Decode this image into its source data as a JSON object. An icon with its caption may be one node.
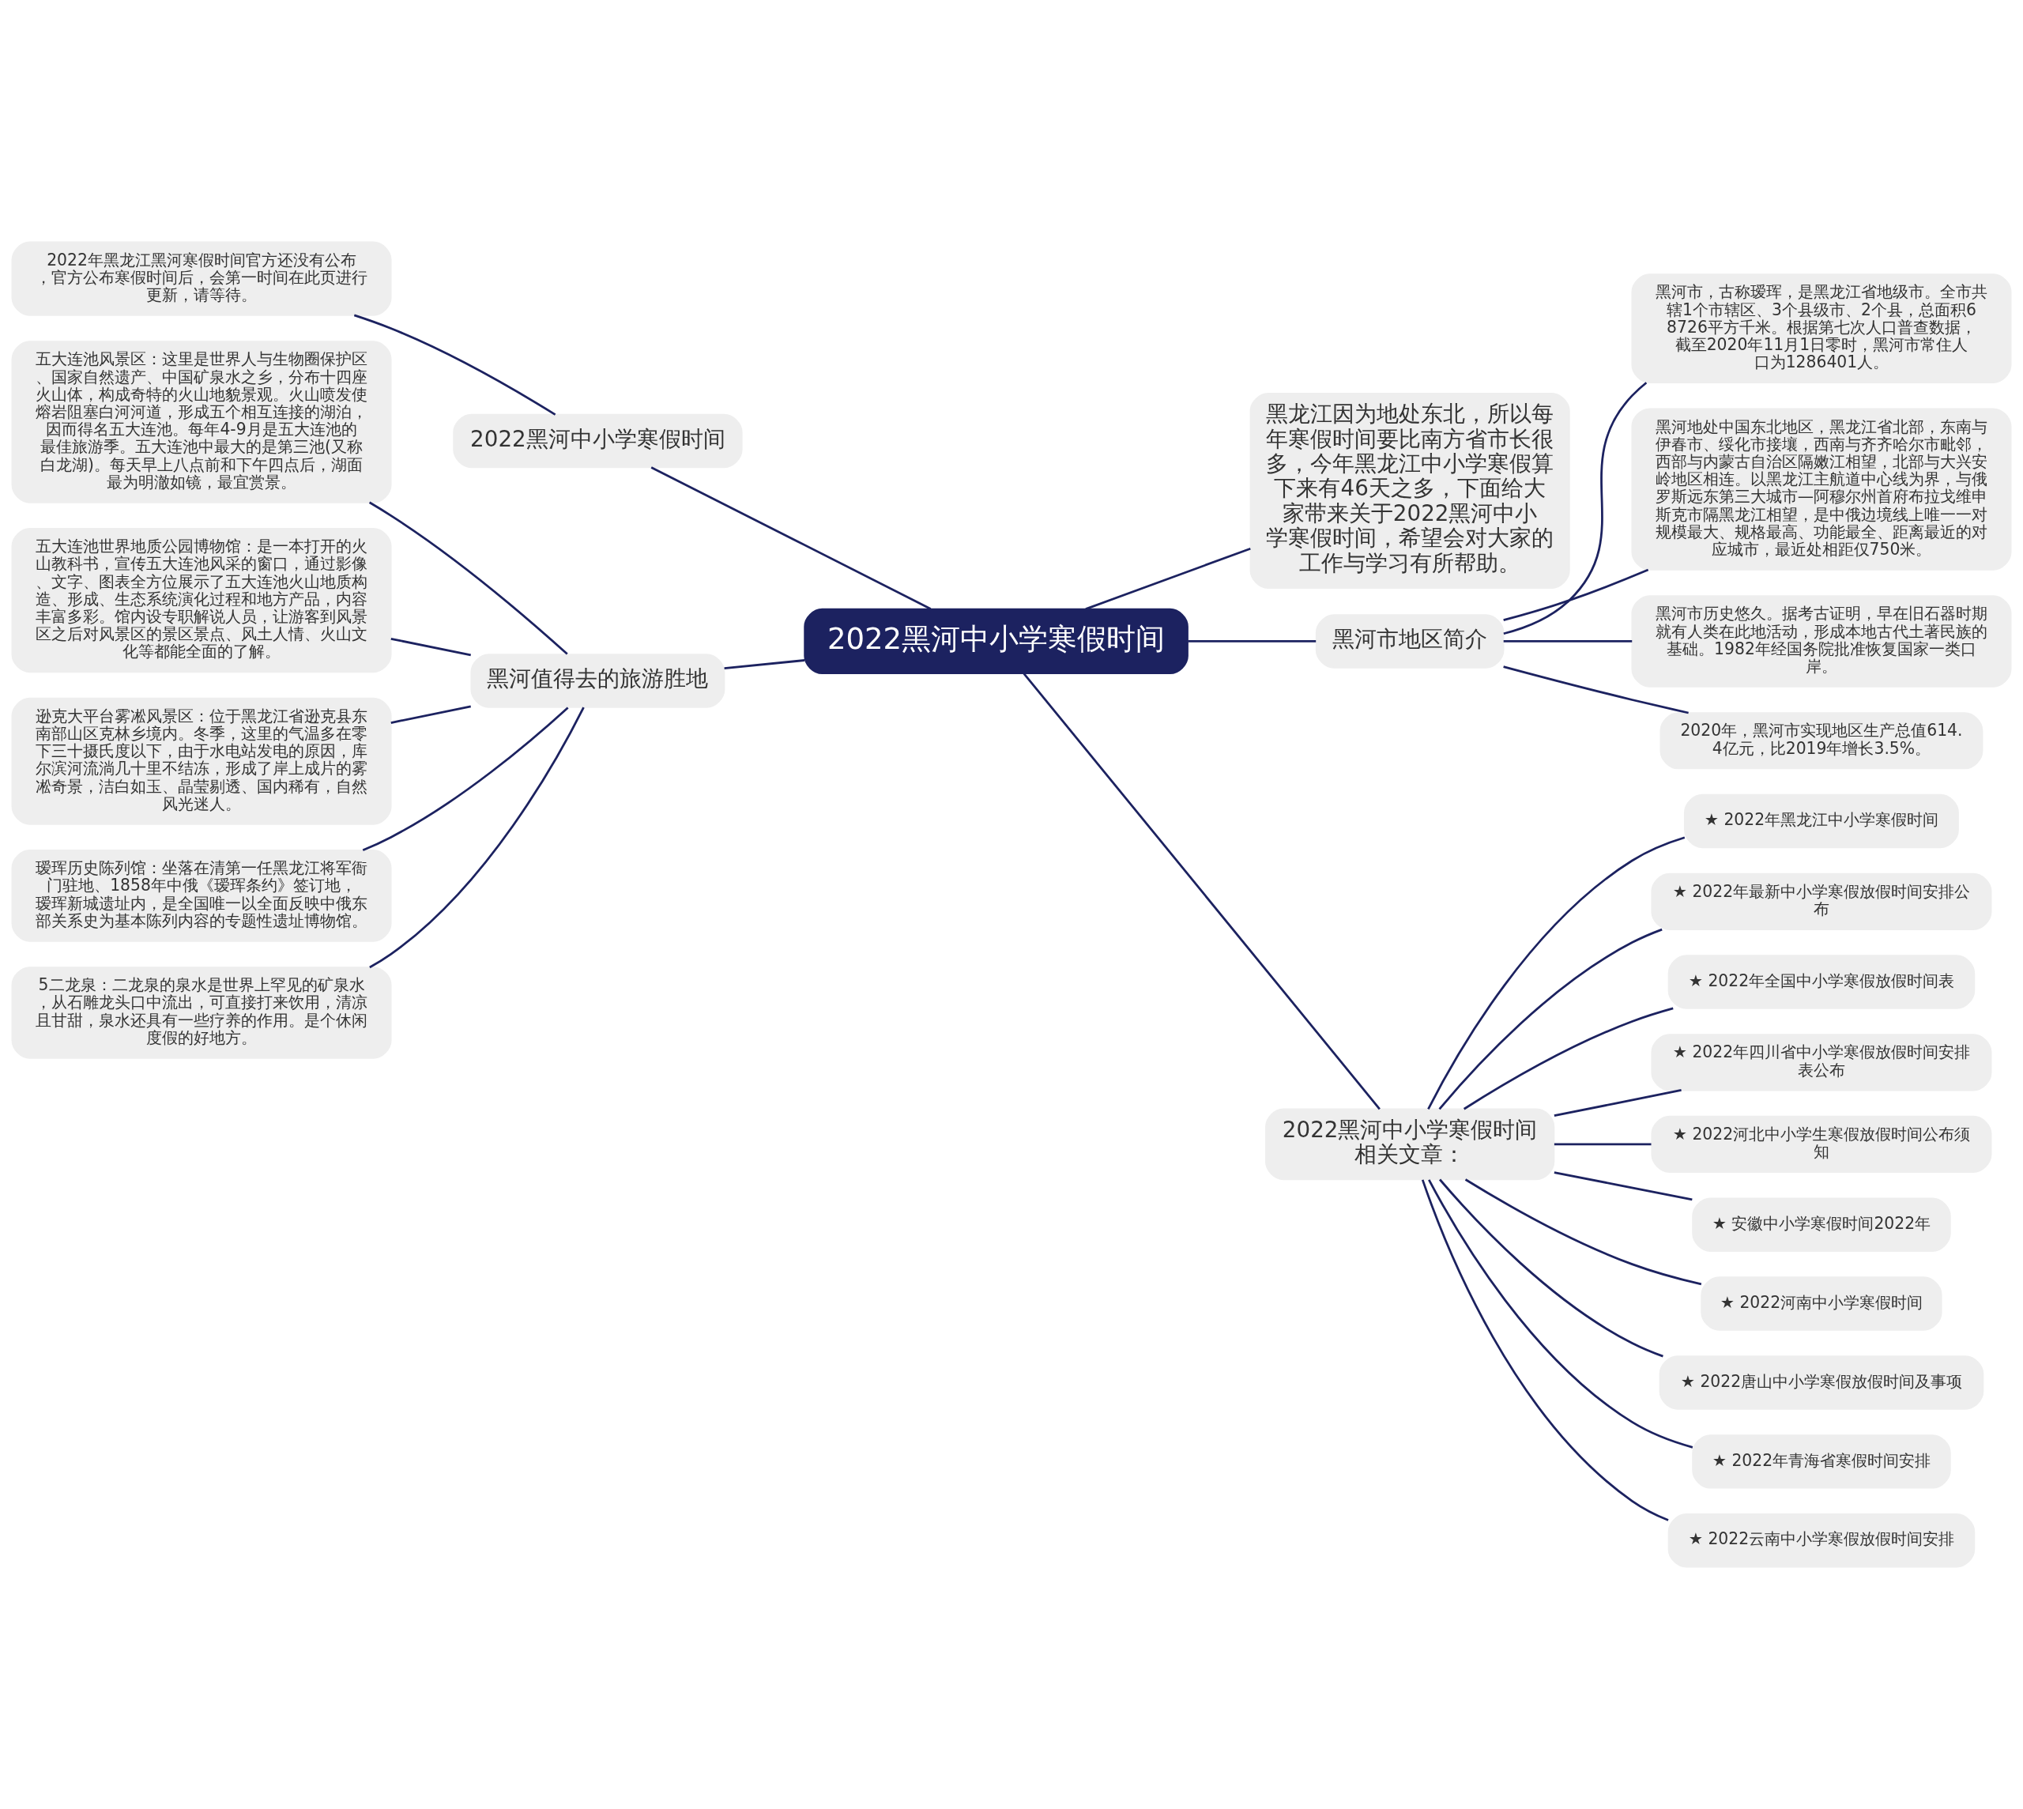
{
  "diagram": {
    "nodes": [
      {
        "text": [
          "2022黑河中小学寒假时间"
        ]
      },
      {
        "text": [
          "2022黑河中小学寒假时间"
        ]
      },
      {
        "text": [
          "2022年黑龙江黑河寒假时间官方还没有公布，官方公布寒假时间后，会第一时间在此页进行更新，请等待。"
        ]
      },
      {
        "text": [
          "黑河值得去的旅游胜地"
        ]
      },
      {
        "text": [
          "五大连池风景区：这里是世界人与生物圈保护区、国家自然遗产、中国矿泉水之乡，分布十四座火山体，构成奇特的火山地貌景观。火山喷发使熔岩阻塞白河河道，形成五个相互连接的湖泊，因而得名五大连池。每年4-9月是五大连池的最佳旅游季。五大连池中最大的是第三池(又称白龙湖)。每天早上八点前和下午四点后，湖面最为明澈如镜，最宜赏景。"
        ]
      },
      {
        "text": [
          "五大连池世界地质公园博物馆：是一本打开的火山教科书，宣传五大连池风采的窗口，通过影像、文字、图表全方位展示了五大连池火山地质构造、形成、生态系统演化过程和地方产品，内容丰富多彩。馆内设专职解说人员，让游客到风景区之后对风景区的景区景点、风土人情、火山文化等都能全面的了解。"
        ]
      },
      {
        "text": [
          "逊克大平台雾凇风景区：位于黑龙江省逊克县东南部山区克林乡境内。冬季，这里的气温多在零下三十摄氏度以下，由于水电站发电的原因，库尔滨河流淌几十里不结冻，形成了岸上成片的雾凇奇景，洁白如玉、晶莹剔透、国内稀有，自然风光迷人。"
        ]
      },
      {
        "text": [
          "瑷珲历史陈列馆：坐落在清第一任黑龙江将军衙门驻地、1858年中俄《瑷珲条约》签订地，瑷珲新城遗址内，是全国唯一以全面反映中俄东部关系史为基本陈列内容的专题性遗址博物馆。"
        ]
      },
      {
        "text": [
          "5二龙泉：二龙泉的泉水是世界上罕见的矿泉水，从石雕龙头口中流出，可直接打来饮用，清凉且甘甜，泉水还具有一些疗养的作用。是个休闲度假的好地方。"
        ]
      },
      {
        "text": [
          "黑龙江因为地处东北，所以每年寒假时间要比南方省市长很多，今年黑龙江中小学寒假算下来有46天之多，下面给大家带来关于2022黑河中小学寒假时间，希望会对大家的工作与学习有所帮助。"
        ]
      },
      {
        "text": [
          "黑河市地区简介"
        ]
      },
      {
        "text": [
          "黑河市，古称瑷珲，是黑龙江省地级市。全市共辖1个市辖区、3个县级市、2个县，总面积68726平方千米。根据第七次人口普查数据，截至2020年11月1日零时，黑河市常住人口为1286401人。"
        ]
      },
      {
        "text": [
          "黑河地处中国东北地区，黑龙江省北部，东南与伊春市、绥化市接壤，西南与齐齐哈尔市毗邻，西部与内蒙古自治区隔嫩江相望，北部与大兴安岭地区相连。以黑龙江主航道中心线为界，与俄罗斯远东第三大城市—阿穆尔州首府布拉戈维申斯克市隔黑龙江相望，是中俄边境线上唯一一对规模最大、规格最高、功能最全、距离最近的对应城市，最近处相距仅750米。"
        ]
      },
      {
        "text": [
          "黑河市历史悠久。据考古证明，早在旧石器时期就有人类在此地活动，形成本地古代土著民族的基础。1982年经国务院批准恢复国家一类口岸。"
        ]
      },
      {
        "text": [
          "2020年，黑河市实现地区生产总值614.4亿元，比2019年增长3.5%。"
        ]
      },
      {
        "text": [
          "2022黑河中小学寒假时间相关文章："
        ]
      },
      {
        "text": [
          "★ 2022年黑龙江中小学寒假时间"
        ]
      },
      {
        "text": [
          "★ 2022年最新中小学寒假放假时间安排公布"
        ]
      },
      {
        "text": [
          "★ 2022年全国中小学寒假放假时间表"
        ]
      },
      {
        "text": [
          "★ 2022年四川省中小学寒假放假时间安排表公布"
        ]
      },
      {
        "text": [
          "★ 2022河北中小学生寒假放假时间公布须知"
        ]
      },
      {
        "text": [
          "★ 安徽中小学寒假时间2022年"
        ]
      },
      {
        "text": [
          "★ 2022河南中小学寒假时间"
        ]
      },
      {
        "text": [
          "★ 2022唐山中小学寒假放假时间及事项"
        ]
      },
      {
        "text": [
          "★ 2022年青海省寒假时间安排"
        ]
      },
      {
        "text": [
          "★ 2022云南中小学寒假放假时间安排"
        ]
      }
    ],
    "edges": [
      {
        "from": 0,
        "to": 1,
        "arrow": "none"
      },
      {
        "from": 1,
        "to": 2,
        "arrow": "none"
      },
      {
        "from": 0,
        "to": 3,
        "arrow": "none"
      },
      {
        "from": 3,
        "to": 4,
        "arrow": "none"
      },
      {
        "from": 3,
        "to": 5,
        "arrow": "none"
      },
      {
        "from": 3,
        "to": 6,
        "arrow": "none"
      },
      {
        "from": 3,
        "to": 7,
        "arrow": "none"
      },
      {
        "from": 3,
        "to": 8,
        "arrow": "none"
      },
      {
        "from": 0,
        "to": 9,
        "arrow": "none"
      },
      {
        "from": 0,
        "to": 10,
        "arrow": "none"
      },
      {
        "from": 10,
        "to": 11,
        "arrow": "none"
      },
      {
        "from": 10,
        "to": 12,
        "arrow": "none"
      },
      {
        "from": 10,
        "to": 13,
        "arrow": "none"
      },
      {
        "from": 10,
        "to": 14,
        "arrow": "none"
      },
      {
        "from": 0,
        "to": 15,
        "arrow": "none"
      },
      {
        "from": 15,
        "to": 16,
        "arrow": "none"
      },
      {
        "from": 15,
        "to": 17,
        "arrow": "none"
      },
      {
        "from": 15,
        "to": 18,
        "arrow": "none"
      },
      {
        "from": 15,
        "to": 19,
        "arrow": "none"
      },
      {
        "from": 15,
        "to": 20,
        "arrow": "none"
      },
      {
        "from": 15,
        "to": 21,
        "arrow": "none"
      },
      {
        "from": 15,
        "to": 22,
        "arrow": "none"
      },
      {
        "from": 15,
        "to": 23,
        "arrow": "none"
      },
      {
        "from": 15,
        "to": 24,
        "arrow": "none"
      },
      {
        "from": 15,
        "to": 25,
        "arrow": "none"
      }
    ]
  }
}
